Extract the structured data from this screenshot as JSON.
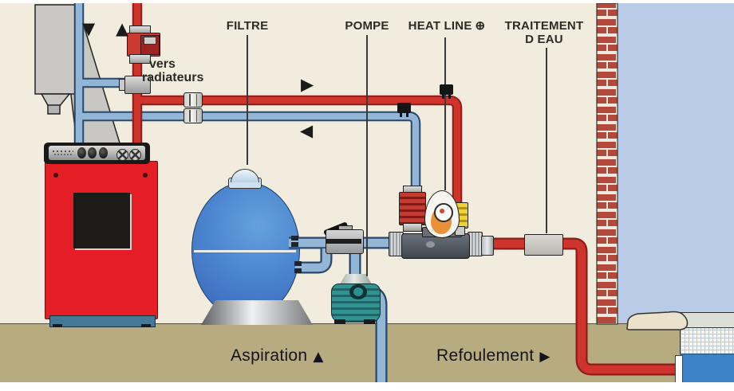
{
  "labels": {
    "vers_radiateurs": {
      "line1": "vers",
      "line2": "radiateurs"
    },
    "filtre": "FILTRE",
    "pompe": "POMPE",
    "heat_line": "HEAT LINE",
    "heat_line_symbol": "⊕",
    "traitement": {
      "line1": "TRAITEMENT",
      "line2": "D EAU"
    },
    "aspiration": "Aspiration",
    "aspiration_arrow": "▲",
    "refoulement": "Refoulement",
    "refoulement_arrow": "▶"
  },
  "flow_arrows": {
    "down": "▼",
    "up": "▲",
    "right": "▶",
    "left": "◀"
  },
  "colors": {
    "background_cream": "#f1ecdd",
    "sky_blue": "#b9cbe7",
    "ground_tan": "#b7ab80",
    "hot_pipe_red": "#cf342c",
    "cold_pipe_blue": "#93b5d6",
    "boiler_red": "#e51e25",
    "filter_blue": "#4a83ce",
    "pump_teal": "#2f9392",
    "brick_red": "#b2493a",
    "pool_water_blue": "#3b82c6"
  }
}
